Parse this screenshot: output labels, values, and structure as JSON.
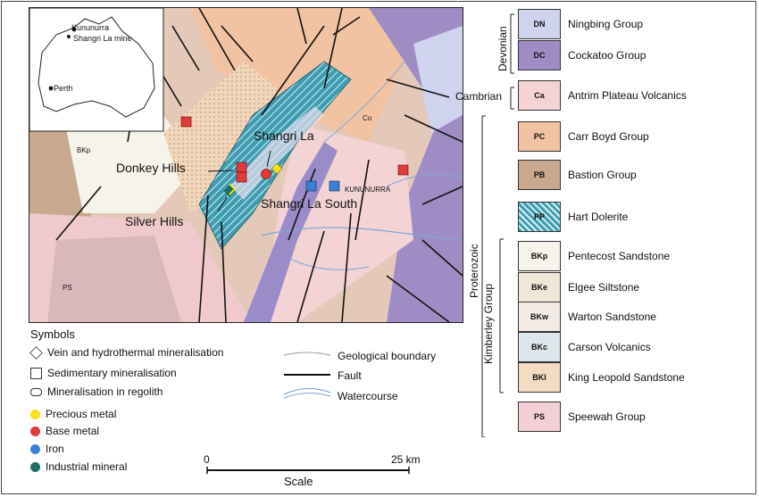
{
  "map": {
    "inset": {
      "kununurra": "Kununurra",
      "shangri_la_mine": "Shangri La mine",
      "perth": "Perth"
    },
    "places": {
      "shangri_la": "Shangri La",
      "donkey_hills": "Donkey Hills",
      "silver_hills": "Silver Hills",
      "shangri_la_south": "Shangri La South",
      "kununurra_town": "KUNUNURRA"
    },
    "unit_codes": {
      "bkp_map": "BKp",
      "ps_map": "PS",
      "co_map": "Co"
    }
  },
  "symbols": {
    "title": "Symbols",
    "items": [
      {
        "key": "vein",
        "label": "Vein and hydrothermal mineralisation",
        "shape": "diamond"
      },
      {
        "key": "sed",
        "label": "Sedimentary mineralisation",
        "shape": "square"
      },
      {
        "key": "regolith",
        "label": "Mineralisation in regolith",
        "shape": "rounded"
      },
      {
        "key": "precious",
        "label": "Precious metal",
        "shape": "circle",
        "color": "#f5e11a"
      },
      {
        "key": "base",
        "label": "Base metal",
        "shape": "circle",
        "color": "#e23a3a"
      },
      {
        "key": "iron",
        "label": "Iron",
        "shape": "circle",
        "color": "#3b7fd9"
      },
      {
        "key": "industrial",
        "label": "Industrial mineral",
        "shape": "circle",
        "color": "#1f6e66"
      }
    ],
    "lines": [
      {
        "key": "geo",
        "label": "Geological boundary"
      },
      {
        "key": "fault",
        "label": "Fault"
      },
      {
        "key": "water",
        "label": "Watercourse"
      }
    ]
  },
  "scale": {
    "zero": "0",
    "max": "25 km",
    "label": "Scale"
  },
  "legend": {
    "periods": {
      "devonian": "Devonian",
      "cambrian": "Cambrian",
      "proterozoic": "Proterozoic",
      "kimberley": "Kimberley Group"
    },
    "units": [
      {
        "code": "DN",
        "name": "Ningbing Group",
        "color": "#cfd3ee"
      },
      {
        "code": "DC",
        "name": "Cockatoo Group",
        "color": "#a08cc4"
      },
      {
        "code": "Ca",
        "name": "Antrim Plateau Volcanics",
        "color": "#f3d3d3"
      },
      {
        "code": "PC",
        "name": "Carr Boyd Group",
        "color": "#f2c3a2"
      },
      {
        "code": "PB",
        "name": "Bastion Group",
        "color": "#c8a88e"
      },
      {
        "code": "PP",
        "name": "Hart Dolerite",
        "color": "#3f9db1"
      },
      {
        "code": "BKp",
        "name": "Pentecost Sandstone",
        "color": "#f6f3ea"
      },
      {
        "code": "BKe",
        "name": "Elgee Siltstone",
        "color": "#f1e7d8"
      },
      {
        "code": "BKw",
        "name": "Warton Sandstone",
        "color": "#f3ece6"
      },
      {
        "code": "BKc",
        "name": "Carson Volcanics",
        "color": "#dde6ea"
      },
      {
        "code": "BKl",
        "name": "King Leopold Sandstone",
        "color": "#f4dcc4"
      },
      {
        "code": "PS",
        "name": "Speewah Group",
        "color": "#f3d0d6"
      }
    ]
  }
}
